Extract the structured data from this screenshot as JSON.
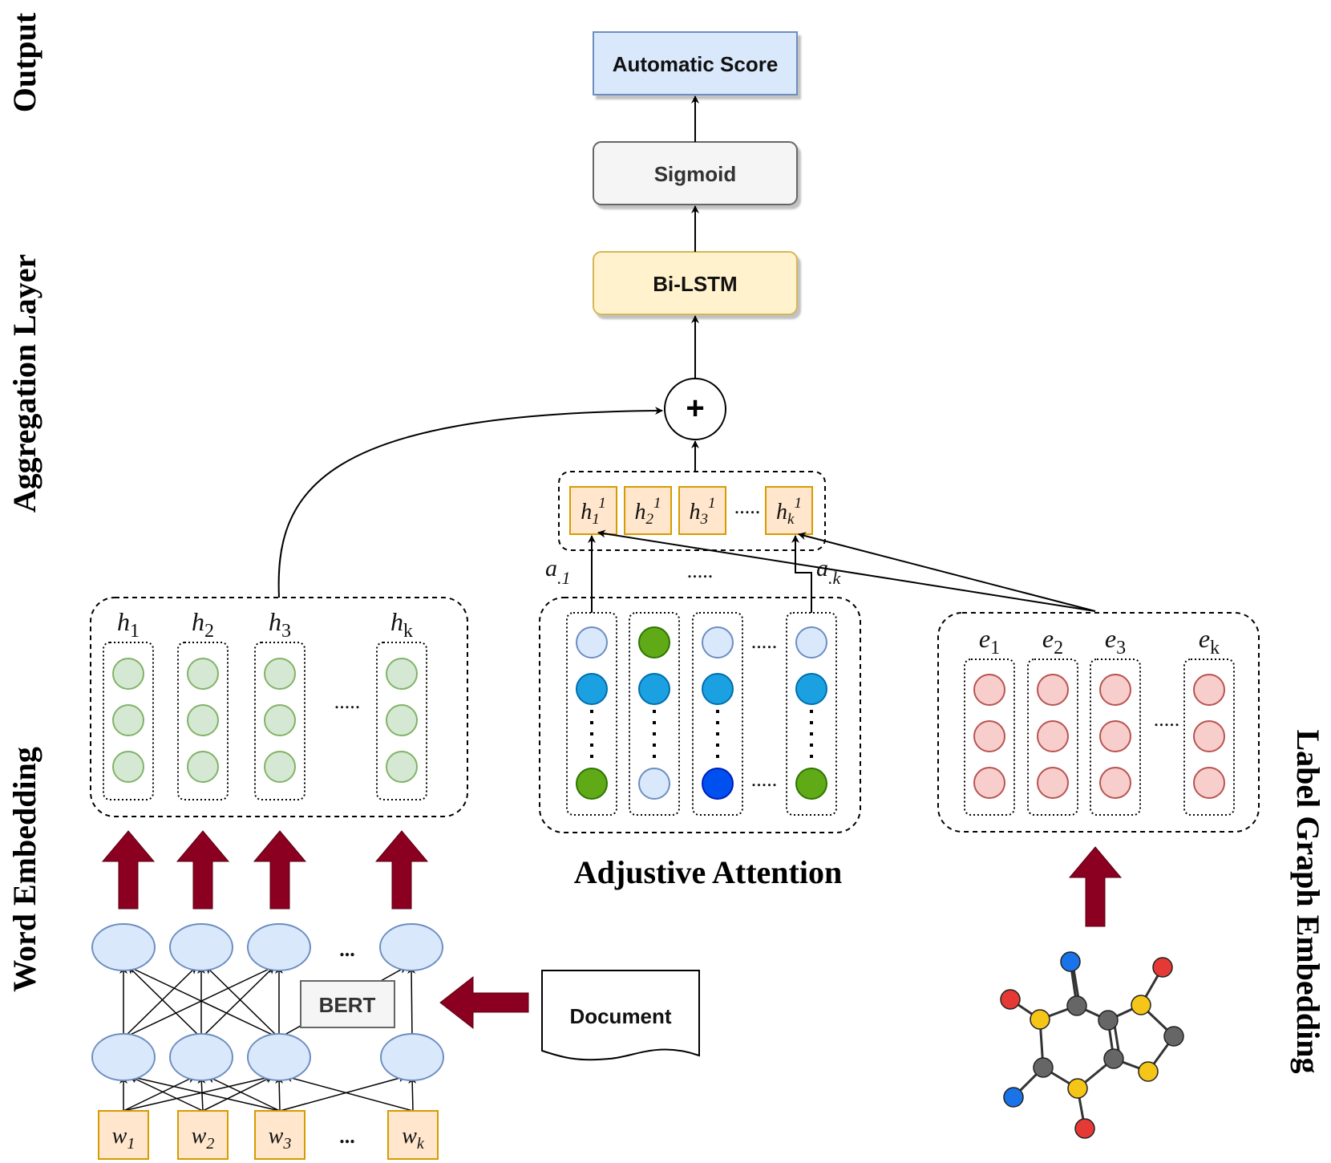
{
  "side_labels": {
    "output": "Output",
    "aggregation": "Aggregation Layer",
    "word_embedding": "Word Embedding",
    "label_graph": "Label Graph Embedding"
  },
  "boxes": {
    "automatic_score": "Automatic Score",
    "sigmoid": "Sigmoid",
    "bilstm": "Bi-LSTM",
    "plus": "+",
    "bert": "BERT",
    "document": "Document"
  },
  "captions": {
    "adjustive_attention": "Adjustive Attention"
  },
  "hidden_states": [
    {
      "base": "h",
      "sub": "1"
    },
    {
      "base": "h",
      "sub": "2"
    },
    {
      "base": "h",
      "sub": "3"
    },
    {
      "base": "h",
      "sub": "k"
    }
  ],
  "label_embeddings": [
    {
      "base": "e",
      "sub": "1"
    },
    {
      "base": "e",
      "sub": "2"
    },
    {
      "base": "e",
      "sub": "3"
    },
    {
      "base": "e",
      "sub": "k"
    }
  ],
  "attended_states": [
    {
      "base": "h",
      "sub": "1",
      "sup": "1"
    },
    {
      "base": "h",
      "sub": "2",
      "sup": "1"
    },
    {
      "base": "h",
      "sub": "3",
      "sup": "1"
    },
    {
      "base": "h",
      "sub": "k",
      "sup": "1"
    }
  ],
  "attention_weights": [
    {
      "base": "a",
      "sub": ".1"
    },
    {
      "base": "a",
      "sub": ".k"
    }
  ],
  "words": [
    {
      "base": "w",
      "sub": "1"
    },
    {
      "base": "w",
      "sub": "2"
    },
    {
      "base": "w",
      "sub": "3"
    },
    {
      "base": "w",
      "sub": "k"
    }
  ],
  "ellipses": {
    "short": "...",
    "long": "....."
  },
  "colors": {
    "output_fill": "#dae8fc",
    "output_stroke": "#6c8ebf",
    "sigmoid_fill": "#f5f5f5",
    "bilstm_fill": "#fff2cc",
    "bilstm_stroke": "#d6b656",
    "word_fill": "#ffe6cc",
    "word_stroke": "#d79b00",
    "green_fill": "#d5e8d4",
    "green_stroke": "#82b366",
    "red_fill": "#f8cecc",
    "red_stroke": "#b85450",
    "big_arrow": "#8b0020"
  }
}
